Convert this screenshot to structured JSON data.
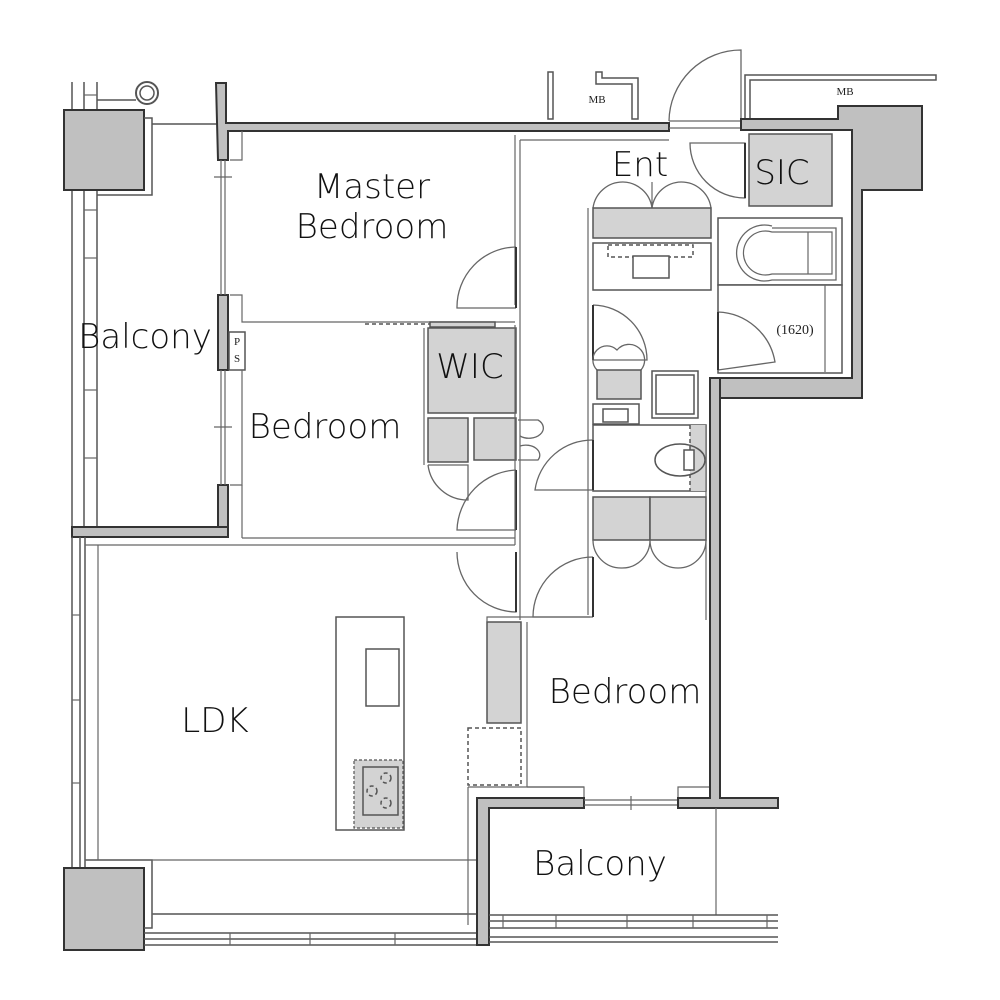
{
  "plan": {
    "rooms": {
      "master_bedroom_line1": "Master",
      "master_bedroom_line2": "Bedroom",
      "bedroom_west": "Bedroom",
      "bedroom_south": "Bedroom",
      "wic": "WIC",
      "sic": "SIC",
      "entrance": "Ent",
      "ldk": "LDK",
      "balcony_west": "Balcony",
      "balcony_south": "Balcony"
    },
    "annotations": {
      "mb_left": "MB",
      "mb_right": "MB",
      "ps_p": "P",
      "ps_s": "S",
      "bath_size": "(1620)"
    },
    "colors": {
      "wall_fill": "#c0c0c0",
      "storage_fill": "#d3d3d3",
      "line": "#555555",
      "background": "#ffffff"
    }
  }
}
